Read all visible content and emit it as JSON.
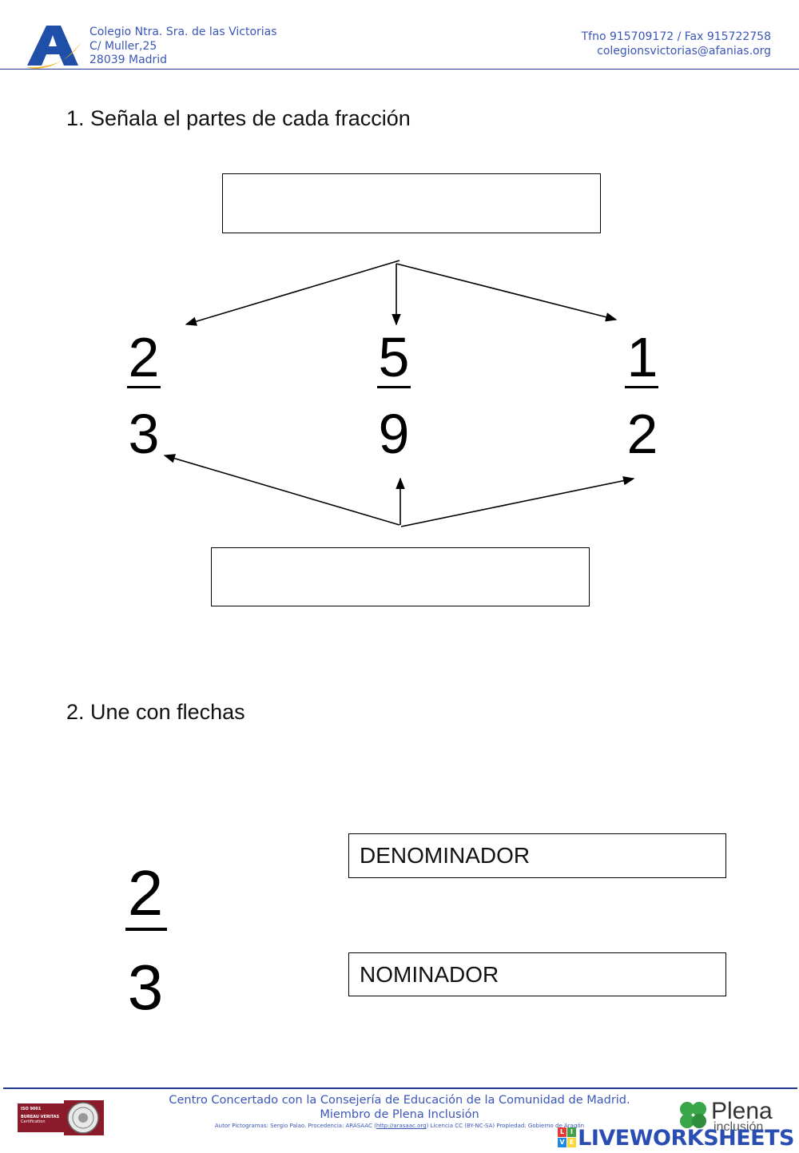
{
  "header": {
    "school_name": "Colegio Ntra. Sra. de las Victorias",
    "address_line": "C/ Muller,25",
    "city_line": "28039 Madrid",
    "phone_fax": "Tfno 915709172 / Fax  915722758",
    "email": "colegionsvictorias@afanias.org",
    "logo_letter": "A"
  },
  "exercise1": {
    "title": "1. Señala el partes de cada fracción",
    "fractions": [
      {
        "numerator": "2",
        "denominator": "3"
      },
      {
        "numerator": "5",
        "denominator": "9"
      },
      {
        "numerator": "1",
        "denominator": "2"
      }
    ]
  },
  "exercise2": {
    "title": "2. Une con flechas",
    "fraction": {
      "numerator": "2",
      "denominator": "3"
    },
    "options": [
      "DENOMINADOR",
      "NOMINADOR"
    ]
  },
  "footer": {
    "line1": "Centro Concertado con la Consejería de Educación de la Comunidad de Madrid.",
    "line2": "Miembro de Plena Inclusión",
    "credits_prefix": "Autor Pictogramas: Sergio Palao. Procedencia: ARASAAC (",
    "credits_link": "http://arasaac.org",
    "credits_suffix": ") Licencia CC (BY-NC-SA) Propiedad: Gobierno de Aragón",
    "cert_line1": "ISO 9001",
    "cert_line2": "BUREAU VERITAS",
    "cert_line3": "Certification",
    "plena_label": "Plena",
    "plena_sub": "inclusión",
    "liveworksheets": "LIVEWORKSHEETS",
    "lw_badge_letters": [
      "L",
      "I",
      "V",
      "E"
    ]
  },
  "colors": {
    "header_text": "#3a56b8",
    "rule": "#1f3a8a",
    "logo_blue": "#1f4fa8",
    "logo_yellow": "#f2b81e",
    "cert_red": "#8b1b2a",
    "plena_green": "#3aa64a"
  }
}
